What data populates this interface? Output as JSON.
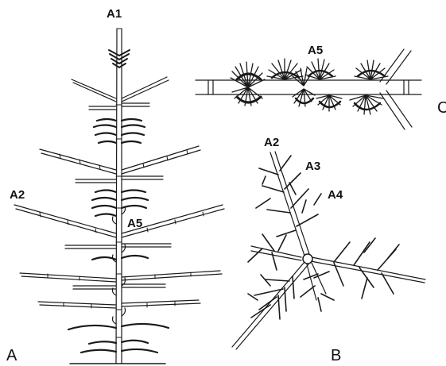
{
  "figure": {
    "panels": [
      {
        "id": "A",
        "label": "A"
      },
      {
        "id": "B",
        "label": "B"
      },
      {
        "id": "C",
        "label": "C"
      }
    ],
    "branch_labels": {
      "a_top": "A1",
      "a_left": "A2",
      "a_mid": "A5",
      "b_1": "A2",
      "b_2": "A3",
      "b_3": "A4",
      "c_top": "A5"
    }
  }
}
